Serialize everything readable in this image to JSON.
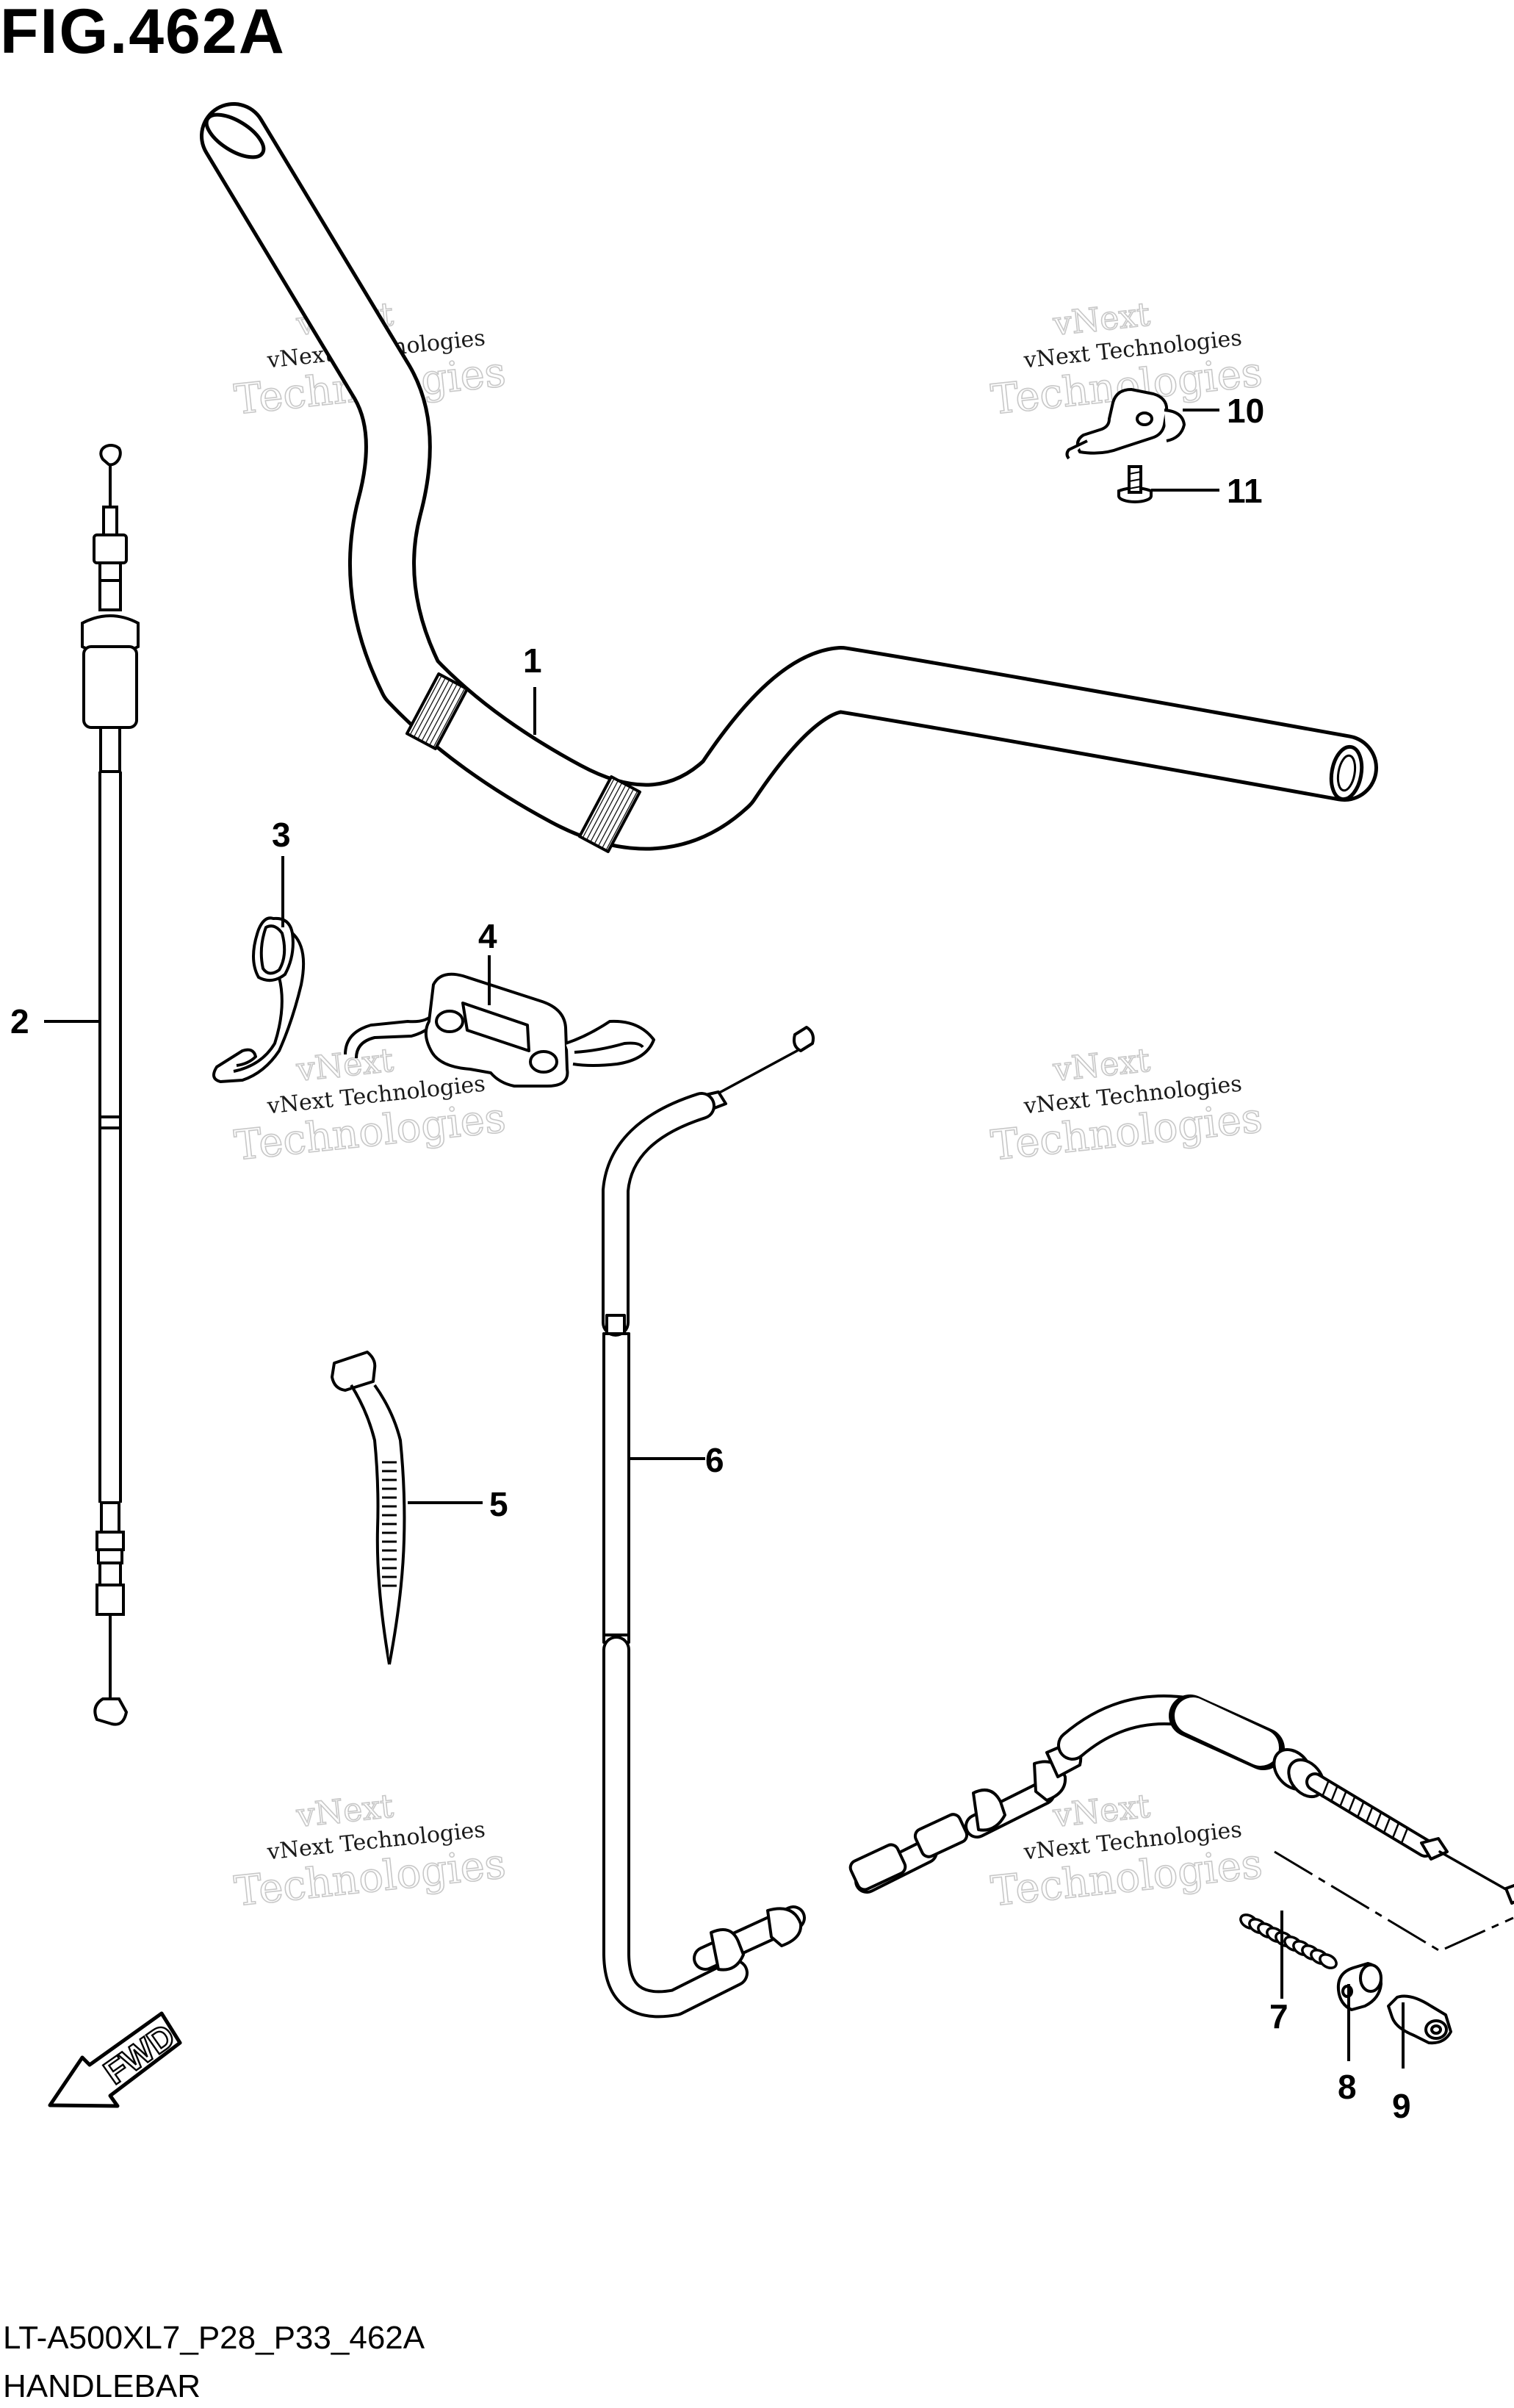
{
  "figure": {
    "title": "FIG.462A",
    "code": "LT-A500XL7_P28_P33_462A",
    "name": "HANDLEBAR"
  },
  "watermark": {
    "line1": "vNext Technologies",
    "line2": "Technologies",
    "line3": "vNext"
  },
  "fwd_label": "FWD",
  "callouts": [
    {
      "id": "1",
      "part": "handlebar"
    },
    {
      "id": "2",
      "part": "cable"
    },
    {
      "id": "3",
      "part": "clip-spring"
    },
    {
      "id": "4",
      "part": "clamp-bracket"
    },
    {
      "id": "5",
      "part": "cable-tie"
    },
    {
      "id": "6",
      "part": "cable"
    },
    {
      "id": "7",
      "part": "spring"
    },
    {
      "id": "8",
      "part": "joint"
    },
    {
      "id": "9",
      "part": "cable-end"
    },
    {
      "id": "10",
      "part": "bracket"
    },
    {
      "id": "11",
      "part": "screw"
    }
  ],
  "colors": {
    "line": "#000000",
    "watermark": "#c8c8c8",
    "background": "#ffffff"
  }
}
